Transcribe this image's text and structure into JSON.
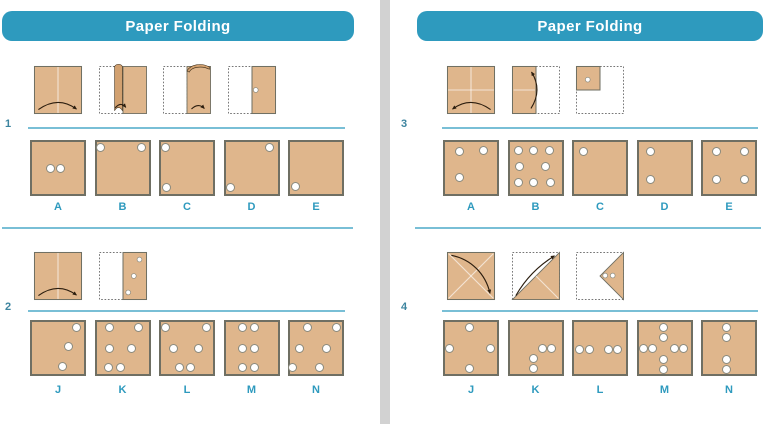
{
  "title": "Paper Folding",
  "colors": {
    "banner": "#2e9abe",
    "rule": "#79bfd6",
    "label": "#2e9abe",
    "number": "#3c849f",
    "divider": "#d2d2d2",
    "paper": "#dfb68c",
    "paper_shade": "#d2a170",
    "outline": "#6f6f63",
    "dash": "#4a4a4a",
    "arrow": "#2b1d0e",
    "hole_fill": "#ffffff",
    "hole_stroke": "#8a8a7e",
    "crease": "rgba(255,255,255,0.62)"
  },
  "panels": [
    {
      "header": "Paper Folding",
      "questions": [
        {
          "number": "1",
          "steps": [
            {
              "name": "square-vertical-crease-fold-right",
              "type": "square-fold",
              "creases": [
                "v"
              ],
              "arrow": "right"
            },
            {
              "name": "left-half-folding-standing",
              "type": "fold-standing"
            },
            {
              "name": "left-half-folding-curl",
              "type": "fold-curl"
            },
            {
              "name": "folded-right-half-punched",
              "type": "half-result",
              "holes": [
                [
                  58,
                  50
                ]
              ]
            }
          ],
          "options": [
            {
              "label": "A",
              "holes": [
                [
                  36,
                  51
                ],
                [
                  55,
                  51
                ]
              ]
            },
            {
              "label": "B",
              "holes": [
                [
                  11,
                  13
                ],
                [
                  84,
                  13
                ]
              ]
            },
            {
              "label": "C",
              "holes": [
                [
                  12,
                  13
                ],
                [
                  14,
                  84
                ]
              ]
            },
            {
              "label": "D",
              "holes": [
                [
                  13,
                  85
                ],
                [
                  82,
                  13
                ]
              ]
            },
            {
              "label": "E",
              "holes": [
                [
                  14,
                  83
                ]
              ]
            }
          ]
        },
        {
          "number": "2",
          "steps": [
            {
              "name": "square-vertical-crease-fold-right",
              "type": "square-fold",
              "creases": [
                "v"
              ],
              "arrow": "right"
            },
            {
              "name": "folded-right-half-punched",
              "type": "half-result",
              "holes": [
                [
                  85,
                  15
                ],
                [
                  73,
                  50
                ],
                [
                  61,
                  85
                ]
              ]
            }
          ],
          "options": [
            {
              "label": "J",
              "holes": [
                [
                  83,
                  13
                ],
                [
                  68,
                  47
                ],
                [
                  58,
                  83
                ]
              ]
            },
            {
              "label": "K",
              "holes": [
                [
                  27,
                  14
                ],
                [
                  79,
                  14
                ],
                [
                  27,
                  50
                ],
                [
                  66,
                  50
                ],
                [
                  25,
                  85
                ],
                [
                  46,
                  85
                ]
              ]
            },
            {
              "label": "L",
              "holes": [
                [
                  12,
                  14
                ],
                [
                  85,
                  13
                ],
                [
                  25,
                  50
                ],
                [
                  71,
                  50
                ],
                [
                  37,
                  85
                ],
                [
                  57,
                  85
                ]
              ]
            },
            {
              "label": "M",
              "holes": [
                [
                  34,
                  13
                ],
                [
                  55,
                  13
                ],
                [
                  34,
                  50
                ],
                [
                  55,
                  50
                ],
                [
                  34,
                  85
                ],
                [
                  55,
                  85
                ]
              ]
            },
            {
              "label": "N",
              "holes": [
                [
                  35,
                  13
                ],
                [
                  87,
                  13
                ],
                [
                  20,
                  50
                ],
                [
                  69,
                  50
                ],
                [
                  8,
                  84
                ],
                [
                  56,
                  85
                ]
              ]
            }
          ]
        }
      ]
    },
    {
      "header": "Paper Folding",
      "questions": [
        {
          "number": "3",
          "steps": [
            {
              "name": "square-cross-crease-fold-left",
              "type": "square-fold",
              "creases": [
                "v",
                "h"
              ],
              "arrow": "left"
            },
            {
              "name": "left-half-fold-up",
              "type": "half-left-foldup"
            },
            {
              "name": "folded-quarter-punched",
              "type": "quarter-result",
              "holes": [
                [
                  24,
                  28
                ]
              ]
            }
          ],
          "options": [
            {
              "label": "A",
              "holes": [
                [
                  30,
                  20
                ],
                [
                  72,
                  18
                ],
                [
                  29,
                  67
                ]
              ]
            },
            {
              "label": "B",
              "holes": [
                [
                  20,
                  19
                ],
                [
                  46,
                  19
                ],
                [
                  75,
                  19
                ],
                [
                  21,
                  48
                ],
                [
                  68,
                  48
                ],
                [
                  20,
                  75
                ],
                [
                  47,
                  75
                ],
                [
                  77,
                  75
                ]
              ]
            },
            {
              "label": "C",
              "holes": [
                [
                  21,
                  20
                ]
              ]
            },
            {
              "label": "D",
              "holes": [
                [
                  25,
                  20
                ],
                [
                  25,
                  71
                ]
              ]
            },
            {
              "label": "E",
              "holes": [
                [
                  27,
                  20
                ],
                [
                  77,
                  20
                ],
                [
                  27,
                  71
                ],
                [
                  77,
                  71
                ]
              ]
            }
          ]
        },
        {
          "number": "4",
          "steps": [
            {
              "name": "square-diagonal-creases-fold-corner",
              "type": "square-diag"
            },
            {
              "name": "bottom-right-triangle-fold-up",
              "type": "triangle-br"
            },
            {
              "name": "folded-right-triangle-punched",
              "type": "triangle-right",
              "holes": [
                [
                  61,
                  49
                ],
                [
                  77,
                  49
                ]
              ]
            }
          ],
          "options": [
            {
              "label": "J",
              "holes": [
                [
                  47,
                  14
                ],
                [
                  11,
                  51
                ],
                [
                  85,
                  51
                ],
                [
                  47,
                  86
                ]
              ]
            },
            {
              "label": "K",
              "holes": [
                [
                  62,
                  51
                ],
                [
                  79,
                  51
                ],
                [
                  46,
                  68
                ],
                [
                  46,
                  86
                ]
              ]
            },
            {
              "label": "L",
              "holes": [
                [
                  14,
                  52
                ],
                [
                  31,
                  52
                ],
                [
                  65,
                  52
                ],
                [
                  82,
                  52
                ]
              ]
            },
            {
              "label": "M",
              "holes": [
                [
                  48,
                  14
                ],
                [
                  48,
                  32
                ],
                [
                  12,
                  51
                ],
                [
                  29,
                  51
                ],
                [
                  67,
                  51
                ],
                [
                  84,
                  51
                ],
                [
                  48,
                  70
                ],
                [
                  48,
                  88
                ]
              ]
            },
            {
              "label": "N",
              "holes": [
                [
                  45,
                  14
                ],
                [
                  45,
                  32
                ],
                [
                  45,
                  70
                ],
                [
                  45,
                  88
                ]
              ]
            }
          ]
        }
      ]
    }
  ]
}
